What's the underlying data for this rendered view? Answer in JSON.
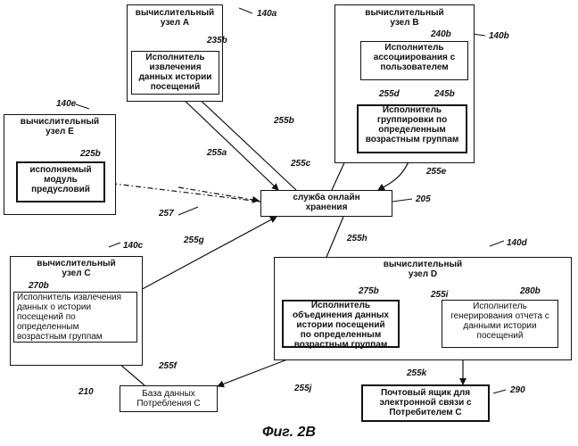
{
  "caption": "Фиг. 2В",
  "nodes": {
    "a": {
      "title": "вычислительный\nузел А",
      "ref": "140a",
      "module_ref": "235b",
      "module_text": "Исполнитель\nизвлечения\nданных истории\nпосещений"
    },
    "b": {
      "title": "вычислительный\nузел В",
      "ref": "140b",
      "module1_ref": "240b",
      "module1_text": "Исполнитель\nассоциирования с\nпользователем",
      "module2_ref": "245b",
      "module2_text": "Исполнитель\nгруппировки по\nопределенным\nвозрастным группам",
      "inner_link_ref": "255d"
    },
    "c": {
      "title": "вычислительный\nузел С",
      "ref": "140c",
      "module_ref": "270b",
      "module_text": "Исполнитель извлечения\nданных о истории\nпосещений по\nопределенным\nвозрастным группам"
    },
    "d": {
      "title": "вычислительный\nузел D",
      "ref": "140d",
      "module1_ref": "275b",
      "module1_text": "Исполнитель\nобъединения данных\nистории посещений\nпо определенным\nвозрастным группам",
      "module2_ref": "280b",
      "module2_text": "Исполнитель\nгенерирования отчета с\nданными истории\nпосещений",
      "inner_link_ref": "255i"
    },
    "e": {
      "title": "вычислительный\nузел Е",
      "ref": "140e",
      "module_ref": "225b",
      "module_text": "исполняемый\nмодуль\nпредусловий"
    }
  },
  "storage": {
    "text": "служба онлайн\nхранения",
    "ref": "205"
  },
  "database": {
    "text": "База данных\nПотребления С",
    "ref": "210"
  },
  "mailbox": {
    "text": "Почтовый ящик для\nэлектронной связи с\nПотребителем С",
    "ref": "290"
  },
  "links": {
    "l255a": "255a",
    "l255b": "255b",
    "l255c": "255c",
    "l255e": "255e",
    "l255f": "255f",
    "l255g": "255g",
    "l255h": "255h",
    "l255j": "255j",
    "l255k": "255k",
    "l257": "257"
  }
}
